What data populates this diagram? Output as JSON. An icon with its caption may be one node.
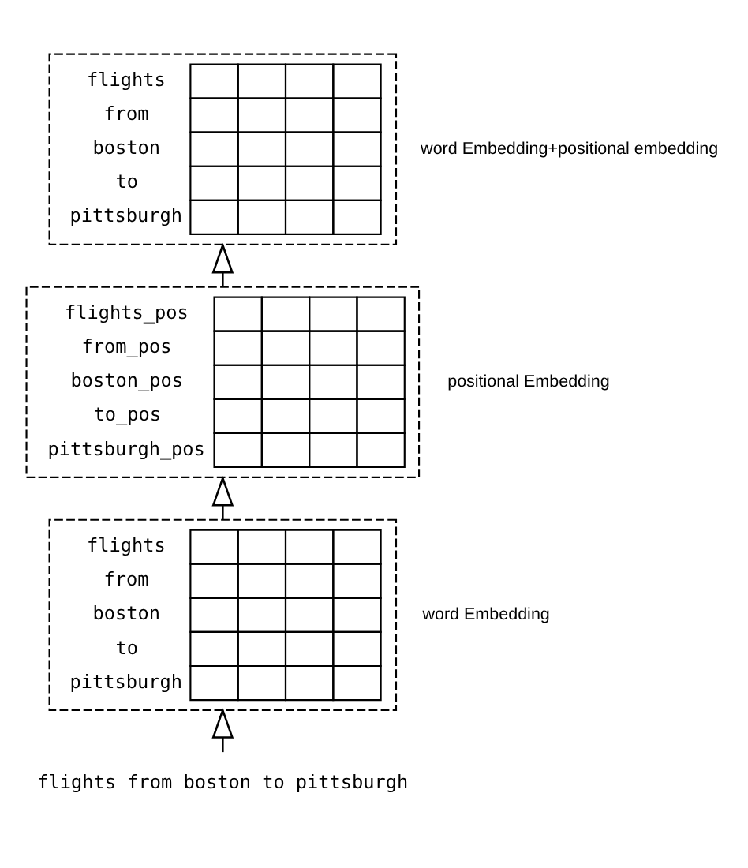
{
  "diagram": {
    "nodes": [
      {
        "text": [
          "flights",
          "from",
          "boston",
          "to",
          "pittsburgh"
        ],
        "beside": [
          "word Embedding+positional embedding"
        ]
      },
      {
        "text": [
          "flights_pos",
          "from_pos",
          "boston_pos",
          "to_pos",
          "pittsburgh_pos"
        ],
        "beside": [
          "positional Embedding"
        ]
      },
      {
        "text": [
          "flights",
          "from",
          "boston",
          "to",
          "pittsburgh"
        ],
        "beside": [
          "word Embedding"
        ]
      },
      {
        "text": [
          "flights from boston to pittsburgh"
        ]
      }
    ],
    "edges": [
      {
        "from": 3,
        "to": 2,
        "arrow": "to"
      },
      {
        "from": 2,
        "to": 1,
        "arrow": "to"
      },
      {
        "from": 1,
        "to": 0,
        "arrow": "to"
      }
    ]
  }
}
